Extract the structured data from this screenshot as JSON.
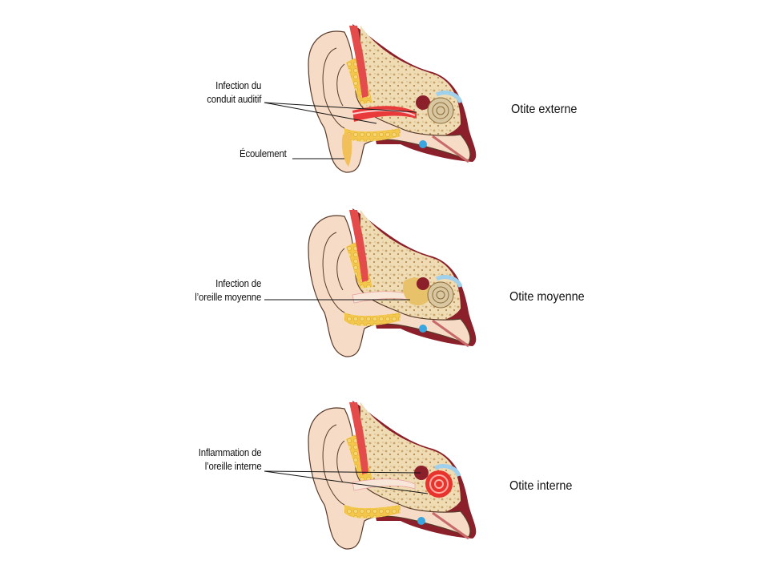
{
  "panels": [
    {
      "title": "Otite externe",
      "labels": [
        {
          "lines": [
            "Infection du",
            "conduit auditif"
          ]
        },
        {
          "lines": [
            "Écoulement"
          ]
        }
      ]
    },
    {
      "title": "Otite moyenne",
      "labels": [
        {
          "lines": [
            "Infection de",
            "l’oreille moyenne"
          ]
        }
      ]
    },
    {
      "title": "Otite interne",
      "labels": [
        {
          "lines": [
            "Inflammation de",
            "l’oreille interne"
          ]
        }
      ]
    }
  ],
  "colors": {
    "skin": "#f6dcc6",
    "skin_outline": "#5a3a2a",
    "bone": "#f0dcb4",
    "bone_dots": "#c9a46a",
    "fat": "#f3c74b",
    "muscle": "#e44b4b",
    "flesh_dark": "#8b1f2a",
    "cochlea": "#d8c7a0",
    "canal_red": "#e83a3a",
    "discharge": "#f2c05a",
    "middle_pus": "#e8c26a",
    "inner_red": "#e8342c",
    "vessel_blue": "#3aa6e0"
  }
}
